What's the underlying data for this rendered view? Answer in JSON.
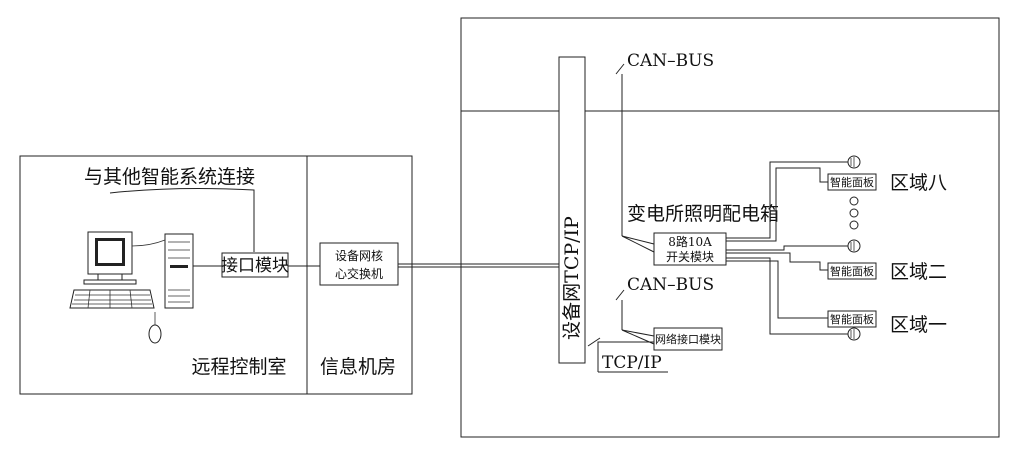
{
  "labels": {
    "connect_other": "与其他智能系统连接",
    "interface_module": "接口模块",
    "core_switch_1": "设备网核",
    "core_switch_2": "心交换机",
    "remote_room": "远程控制室",
    "info_room": "信息机房",
    "device_network": "设备网TCP/IP",
    "can_bus_top": "CAN–BUS",
    "can_bus_mid": "CAN–BUS",
    "distribution_box": "变电所照明配电箱",
    "switch_module_1": "8路10A",
    "switch_module_2": "开关模块",
    "network_interface": "网络接口模块",
    "tcp_ip": "TCP/IP",
    "panel_1": "智能面板",
    "panel_2": "智能面板",
    "panel_3": "智能面板",
    "zone_8": "区域八",
    "zone_2": "区域二",
    "zone_1": "区域一"
  }
}
